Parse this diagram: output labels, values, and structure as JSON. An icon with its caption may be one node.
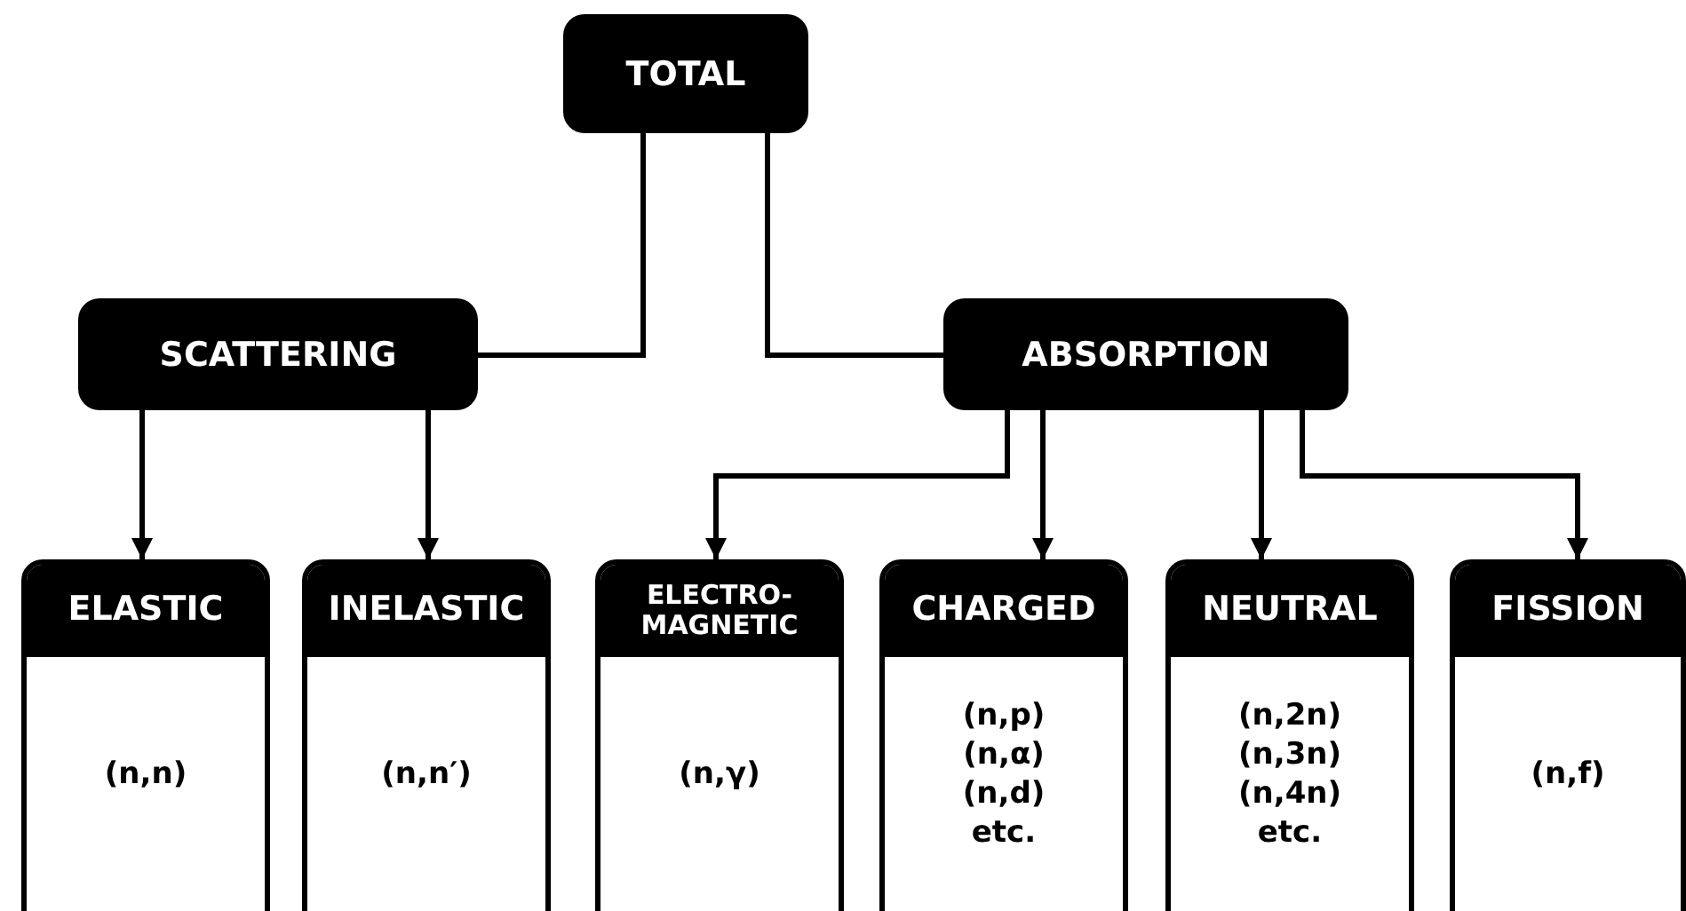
{
  "diagram": {
    "nodes": [
      {
        "text": [
          "TOTAL"
        ]
      },
      {
        "text": [
          "SCATTERING"
        ]
      },
      {
        "text": [
          "ABSORPTION"
        ]
      },
      {
        "text": [
          "ELASTIC",
          "(n,n)"
        ]
      },
      {
        "text": [
          "INELASTIC",
          "(n,n′)"
        ]
      },
      {
        "text": [
          "ELECTRO- MAGNETIC",
          "(n,γ)"
        ]
      },
      {
        "text": [
          "CHARGED",
          "(n,p) (n,α) (n,d) etc."
        ]
      },
      {
        "text": [
          "NEUTRAL",
          "(n,2n) (n,3n) (n,4n) etc."
        ]
      },
      {
        "text": [
          "FISSION",
          "(n,f)"
        ]
      }
    ],
    "edges": [
      {
        "from": 0,
        "to": 1,
        "arrow": "none"
      },
      {
        "from": 0,
        "to": 2,
        "arrow": "none"
      },
      {
        "from": 1,
        "to": 3,
        "arrow": "to"
      },
      {
        "from": 1,
        "to": 4,
        "arrow": "to"
      },
      {
        "from": 2,
        "to": 5,
        "arrow": "to"
      },
      {
        "from": 2,
        "to": 6,
        "arrow": "to"
      },
      {
        "from": 2,
        "to": 7,
        "arrow": "to"
      },
      {
        "from": 2,
        "to": 8,
        "arrow": "to"
      }
    ]
  }
}
